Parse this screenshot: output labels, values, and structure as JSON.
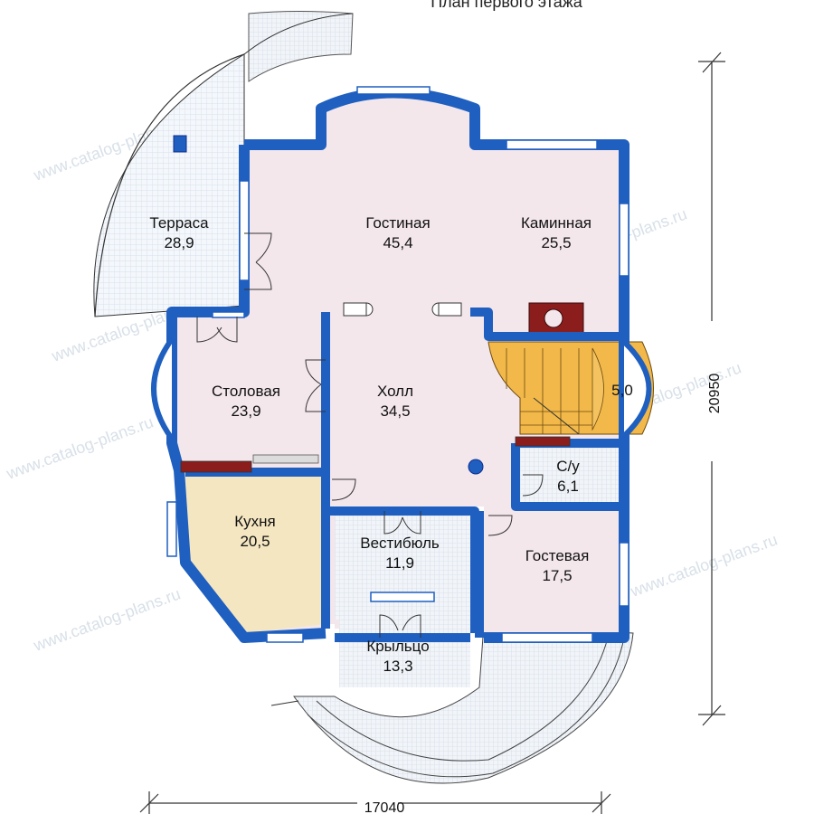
{
  "title": "План первого этажа",
  "watermark": "www.catalog-plans.ru",
  "rooms": [
    {
      "id": "terrace",
      "name": "Терраса",
      "area": "28,9"
    },
    {
      "id": "living",
      "name": "Гостиная",
      "area": "45,4"
    },
    {
      "id": "fireplace",
      "name": "Каминная",
      "area": "25,5"
    },
    {
      "id": "dining",
      "name": "Столовая",
      "area": "23,9"
    },
    {
      "id": "hall",
      "name": "Холл",
      "area": "34,5"
    },
    {
      "id": "stairs",
      "name": "",
      "area": "5,0"
    },
    {
      "id": "wc",
      "name": "С/у",
      "area": "6,1"
    },
    {
      "id": "kitchen",
      "name": "Кухня",
      "area": "20,5"
    },
    {
      "id": "vestibule",
      "name": "Вестибюль",
      "area": "11,9"
    },
    {
      "id": "guest",
      "name": "Гостевая",
      "area": "17,5"
    },
    {
      "id": "porch",
      "name": "Крыльцо",
      "area": "13,3"
    }
  ],
  "dimensions": {
    "width": "17040",
    "height": "20950"
  },
  "colors": {
    "wall": "#1f5fbf",
    "wall_dark": "#0f2f8f",
    "floor": "#f3e7ec",
    "kitchen_floor": "#f5e6c2",
    "stairs": "#f2b94a",
    "terrace_floor": "#eef3f8",
    "tile": "#e6eef5",
    "window": "#ffffff"
  }
}
